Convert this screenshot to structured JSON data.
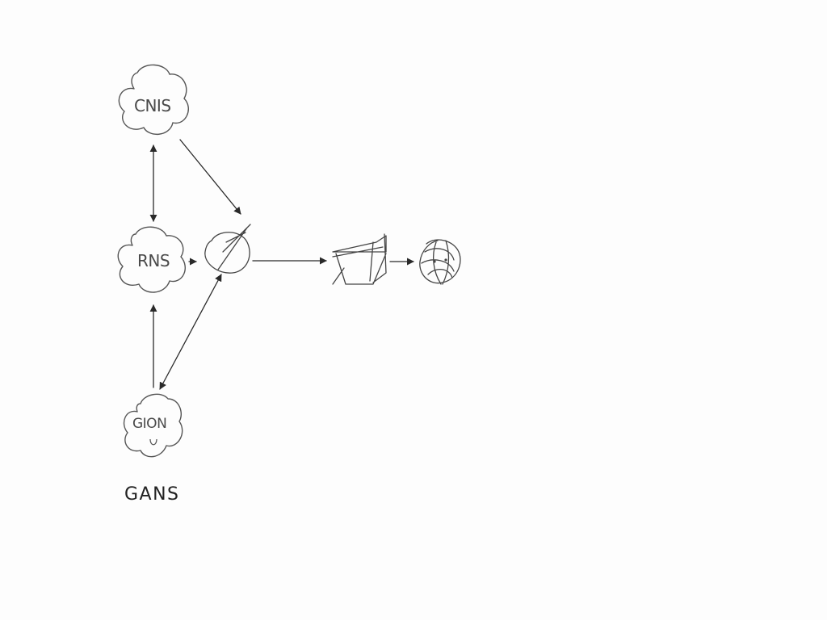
{
  "diagram": {
    "caption": "GANS",
    "nodes": [
      {
        "id": "cnis",
        "label": "CNIS",
        "shape": "cloud"
      },
      {
        "id": "rns",
        "label": "RNS",
        "shape": "cloud"
      },
      {
        "id": "gion",
        "label": "GION",
        "shape": "cloud"
      },
      {
        "id": "pen",
        "label": "",
        "shape": "circle-with-pen-sketch"
      },
      {
        "id": "prism",
        "label": "",
        "shape": "prism-sketch"
      },
      {
        "id": "face",
        "label": "",
        "shape": "face-scribble"
      }
    ],
    "edges": [
      {
        "from": "cnis",
        "to": "rns",
        "direction": "both"
      },
      {
        "from": "cnis",
        "to": "pen",
        "direction": "forward"
      },
      {
        "from": "rns",
        "to": "pen",
        "direction": "forward"
      },
      {
        "from": "gion",
        "to": "rns",
        "direction": "forward"
      },
      {
        "from": "pen",
        "to": "gion",
        "direction": "both"
      },
      {
        "from": "pen",
        "to": "prism",
        "direction": "forward"
      },
      {
        "from": "prism",
        "to": "face",
        "direction": "forward"
      }
    ]
  }
}
